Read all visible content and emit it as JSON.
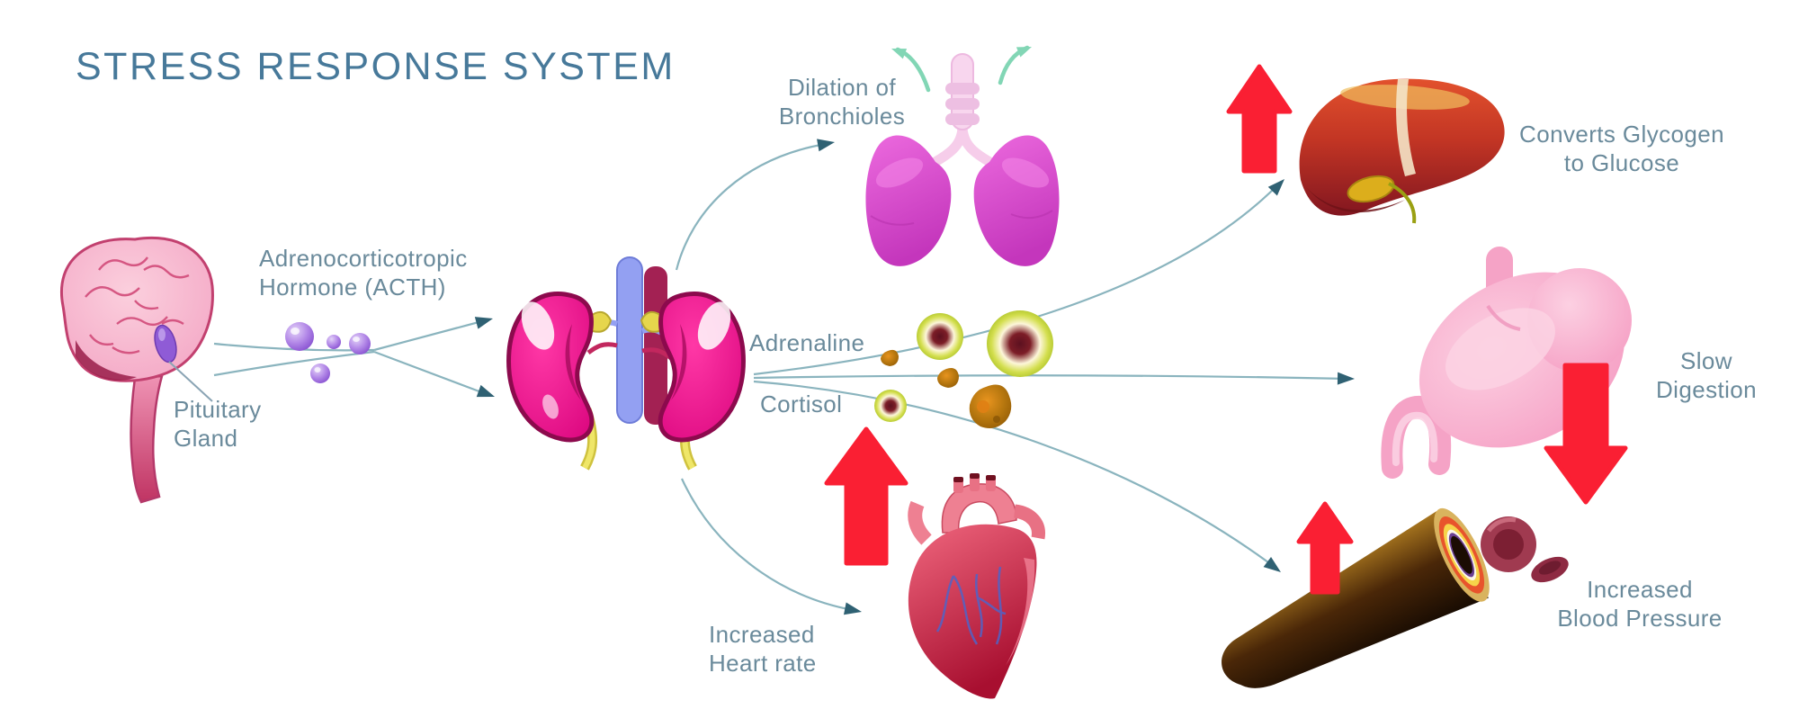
{
  "title": "STRESS RESPONSE SYSTEM",
  "labels": {
    "pituitary": "Pituitary\nGland",
    "acth": "Adrenocorticotropic\nHormone (ACTH)",
    "adrenaline": "Adrenaline",
    "cortisol": "Cortisol",
    "bronchioles": "Dilation of\nBronchioles",
    "glycogen": "Converts Glycogen\nto Glucose",
    "digestion": "Slow\nDigestion",
    "heart_rate": "Increased\nHeart rate",
    "blood_pressure": "Increased\nBlood Pressure"
  },
  "colors": {
    "background": "#ffffff",
    "title_text": "#47799a",
    "label_text": "#6a8a9b",
    "flow_line": "#8ab4be",
    "flow_arrowhead": "#2f6173",
    "increase_arrow_red": "#fa1f33",
    "breath_arrow_mint": "#82d6b5",
    "acth_bubble_purple": "#9a6ade",
    "adrenaline_sphere": "#c6d93f",
    "cortisol_blob": "#b5760e",
    "kidney_magenta": "#e80d89",
    "lung_magenta": "#d94fd0",
    "brain_pink": "#f6aec9"
  },
  "icons": [
    "brain-icon",
    "pituitary-gland-icon",
    "kidneys-icon",
    "lungs-icon",
    "liver-icon",
    "stomach-icon",
    "heart-icon",
    "blood-vessel-icon",
    "acth-bubbles-icon",
    "adrenaline-molecules-icon",
    "cortisol-molecules-icon",
    "up-arrow-icon",
    "down-arrow-icon",
    "breath-out-arrows-icon"
  ],
  "flows": [
    {
      "from": "Pituitary Gland",
      "to": "Kidneys (adrenal glands)",
      "via": "Adrenocorticotropic Hormone (ACTH)"
    },
    {
      "from": "Adrenal glands",
      "to": "Lungs",
      "effect": "Dilation of Bronchioles"
    },
    {
      "from": "Adrenal glands",
      "to": "Liver",
      "effect": "Converts Glycogen to Glucose",
      "direction": "up"
    },
    {
      "from": "Adrenal glands",
      "to": "Stomach",
      "effect": "Slow Digestion",
      "direction": "down"
    },
    {
      "from": "Adrenal glands",
      "to": "Blood vessel",
      "effect": "Increased Blood Pressure",
      "direction": "up"
    },
    {
      "from": "Adrenal glands",
      "to": "Heart",
      "effect": "Increased Heart rate",
      "direction": "up"
    }
  ]
}
